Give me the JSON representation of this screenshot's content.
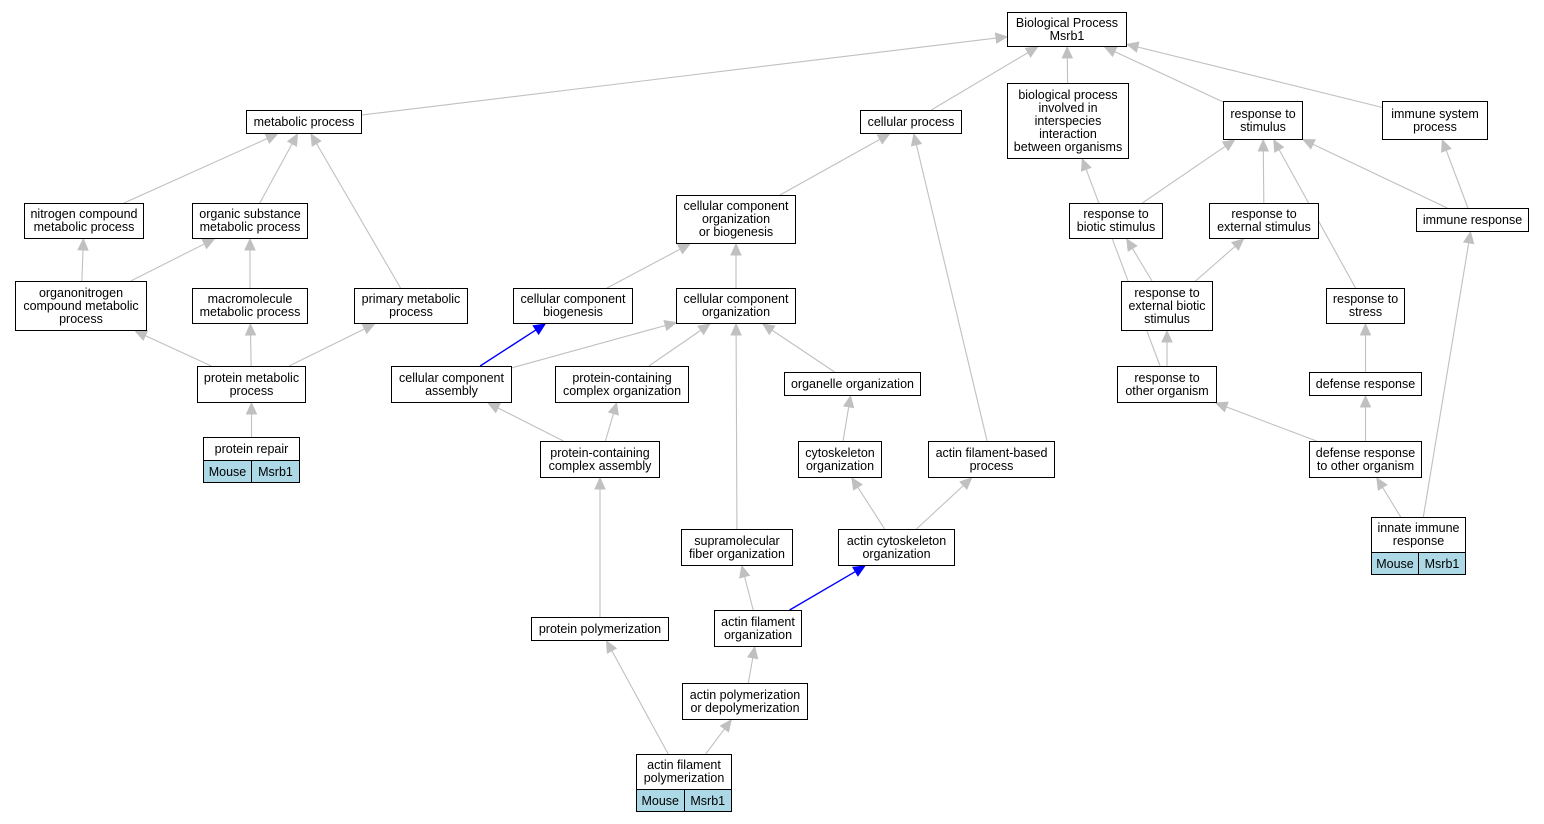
{
  "root": {
    "title": "Biological Process",
    "subtitle": "Msrb1"
  },
  "nodes": {
    "root": "Biological Process\nMsrb1",
    "metabolic": "metabolic process",
    "cellular": "cellular process",
    "interspecies": "biological process\ninvolved in\ninterspecies\ninteraction\nbetween organisms",
    "resp_stim": "response to\nstimulus",
    "immune_sys": "immune system\nprocess",
    "nitrogen": "nitrogen compound\nmetabolic process",
    "organic": "organic substance\nmetabolic process",
    "cc_org_bio": "cellular component\norganization\nor biogenesis",
    "resp_biotic": "response to\nbiotic stimulus",
    "resp_external": "response to\nexternal stimulus",
    "immune_resp": "immune response",
    "organonitrogen": "organonitrogen\ncompound metabolic\nprocess",
    "macromolecule": "macromolecule\nmetabolic process",
    "primary": "primary metabolic\nprocess",
    "cc_biogenesis": "cellular component\nbiogenesis",
    "cc_org": "cellular component\norganization",
    "resp_ext_biotic": "response to\nexternal biotic\nstimulus",
    "resp_stress": "response to\nstress",
    "protein_metabolic": "protein metabolic\nprocess",
    "cc_assembly": "cellular component\nassembly",
    "pc_complex_org": "protein-containing\ncomplex organization",
    "organelle_org": "organelle organization",
    "resp_other": "response to\nother organism",
    "defense": "defense response",
    "protein_repair": "protein repair",
    "pc_complex_asm": "protein-containing\ncomplex assembly",
    "cytoskeleton_org": "cytoskeleton\norganization",
    "actin_fb": "actin filament-based\nprocess",
    "defense_other": "defense response\nto other organism",
    "supramolecular": "supramolecular\nfiber organization",
    "actin_cyto_org": "actin cytoskeleton\norganization",
    "innate": "innate immune\nresponse",
    "protein_poly": "protein polymerization",
    "actin_fil_org": "actin filament\norganization",
    "actin_poly_depoly": "actin polymerization\nor depolymerization",
    "actin_fil_poly": "actin filament\npolymerization"
  },
  "annotations": [
    {
      "node": "protein_repair",
      "species": "Mouse",
      "gene": "Msrb1"
    },
    {
      "node": "innate",
      "species": "Mouse",
      "gene": "Msrb1"
    },
    {
      "node": "actin_fil_poly",
      "species": "Mouse",
      "gene": "Msrb1"
    }
  ],
  "edges": [
    {
      "from": "metabolic",
      "to": "root"
    },
    {
      "from": "cellular",
      "to": "root"
    },
    {
      "from": "interspecies",
      "to": "root"
    },
    {
      "from": "resp_stim",
      "to": "root"
    },
    {
      "from": "immune_sys",
      "to": "root"
    },
    {
      "from": "nitrogen",
      "to": "metabolic"
    },
    {
      "from": "organic",
      "to": "metabolic"
    },
    {
      "from": "primary",
      "to": "metabolic"
    },
    {
      "from": "cc_org_bio",
      "to": "cellular"
    },
    {
      "from": "actin_fb",
      "to": "cellular"
    },
    {
      "from": "resp_biotic",
      "to": "resp_stim"
    },
    {
      "from": "resp_external",
      "to": "resp_stim"
    },
    {
      "from": "immune_resp",
      "to": "resp_stim"
    },
    {
      "from": "resp_stress",
      "to": "resp_stim"
    },
    {
      "from": "immune_resp",
      "to": "immune_sys"
    },
    {
      "from": "organonitrogen",
      "to": "nitrogen"
    },
    {
      "from": "organonitrogen",
      "to": "organic"
    },
    {
      "from": "macromolecule",
      "to": "organic"
    },
    {
      "from": "cc_biogenesis",
      "to": "cc_org_bio"
    },
    {
      "from": "cc_org",
      "to": "cc_org_bio"
    },
    {
      "from": "resp_ext_biotic",
      "to": "resp_biotic"
    },
    {
      "from": "resp_ext_biotic",
      "to": "resp_external"
    },
    {
      "from": "resp_other",
      "to": "resp_ext_biotic"
    },
    {
      "from": "resp_other",
      "to": "interspecies"
    },
    {
      "from": "defense",
      "to": "resp_stress"
    },
    {
      "from": "protein_metabolic",
      "to": "organonitrogen"
    },
    {
      "from": "protein_metabolic",
      "to": "macromolecule"
    },
    {
      "from": "protein_metabolic",
      "to": "primary"
    },
    {
      "from": "protein_repair",
      "to": "protein_metabolic"
    },
    {
      "from": "cc_assembly",
      "to": "cc_biogenesis",
      "highlight": true
    },
    {
      "from": "cc_assembly",
      "to": "cc_org"
    },
    {
      "from": "pc_complex_org",
      "to": "cc_org"
    },
    {
      "from": "organelle_org",
      "to": "cc_org"
    },
    {
      "from": "supramolecular",
      "to": "cc_org"
    },
    {
      "from": "pc_complex_asm",
      "to": "cc_assembly"
    },
    {
      "from": "pc_complex_asm",
      "to": "pc_complex_org"
    },
    {
      "from": "cytoskeleton_org",
      "to": "organelle_org"
    },
    {
      "from": "actin_cyto_org",
      "to": "cytoskeleton_org"
    },
    {
      "from": "actin_cyto_org",
      "to": "actin_fb"
    },
    {
      "from": "defense_other",
      "to": "resp_other"
    },
    {
      "from": "defense_other",
      "to": "defense"
    },
    {
      "from": "innate",
      "to": "defense_other"
    },
    {
      "from": "innate",
      "to": "immune_resp"
    },
    {
      "from": "protein_poly",
      "to": "pc_complex_asm"
    },
    {
      "from": "actin_fil_org",
      "to": "supramolecular"
    },
    {
      "from": "actin_fil_org",
      "to": "actin_cyto_org",
      "highlight": true
    },
    {
      "from": "actin_poly_depoly",
      "to": "actin_fil_org"
    },
    {
      "from": "actin_fil_poly",
      "to": "actin_poly_depoly"
    },
    {
      "from": "actin_fil_poly",
      "to": "protein_poly"
    }
  ],
  "colors": {
    "edge": "#c0c0c0",
    "highlight_edge": "#0000ff",
    "annotation_fill": "#add8e6",
    "node_border": "#000000"
  }
}
